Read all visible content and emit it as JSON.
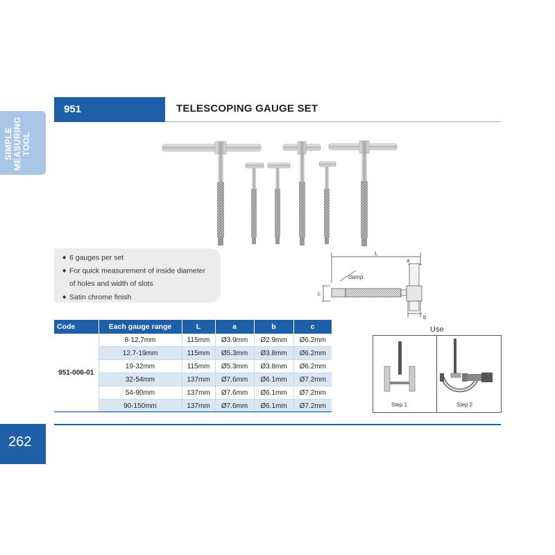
{
  "header": {
    "code": "951",
    "title": "TELESCOPING GAUGE SET"
  },
  "side_tab": {
    "text": "SIMPLE MEASURING TOOL"
  },
  "features": [
    "6 gauges per set",
    "For quick measurement of inside diameter",
    "of holes and width of slots",
    "Satin chrome finish"
  ],
  "diagram": {
    "L": "L",
    "a": "a",
    "b": "b",
    "c": "c",
    "clamp": "clamp"
  },
  "table": {
    "headers": [
      "Code",
      "Each gauge range",
      "L",
      "a",
      "b",
      "c"
    ],
    "code": "951-006-01",
    "rows": [
      [
        "8-12.7mm",
        "115mm",
        "Ø3.9mm",
        "Ø2.9mm",
        "Ø6.2mm"
      ],
      [
        "12.7-19mm",
        "115mm",
        "Ø5.3mm",
        "Ø3.8mm",
        "Ø6.2mm"
      ],
      [
        "19-32mm",
        "115mm",
        "Ø5.3mm",
        "Ø3.8mm",
        "Ø6.2mm"
      ],
      [
        "32-54mm",
        "137mm",
        "Ø7.6mm",
        "Ø6.1mm",
        "Ø7.2mm"
      ],
      [
        "54-90mm",
        "137mm",
        "Ø7.6mm",
        "Ø6.1mm",
        "Ø7.2mm"
      ],
      [
        "90-150mm",
        "137mm",
        "Ø7.6mm",
        "Ø6.1mm",
        "Ø7.2mm"
      ]
    ]
  },
  "use": {
    "label": "Use",
    "step1": "Step 1",
    "step2": "Step 2"
  },
  "page_number": "262",
  "colors": {
    "accent": "#1e5fa8",
    "tab": "#a9c6e6",
    "row_alt": "#d9e6f4"
  }
}
